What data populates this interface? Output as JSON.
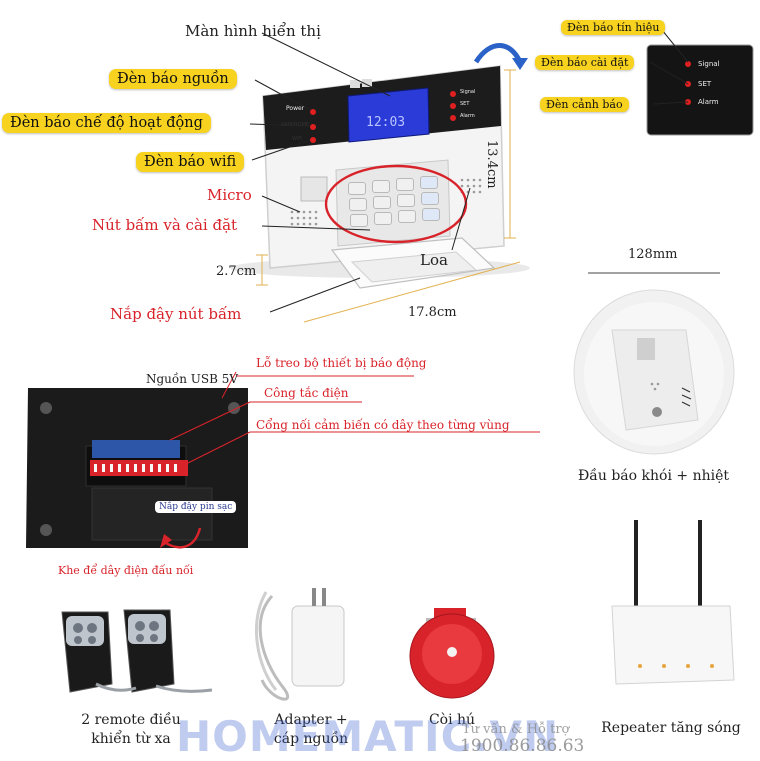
{
  "labels": {
    "display": "Màn hình hiển thị",
    "power_led": "Đèn báo nguồn",
    "mode_led": "Đèn báo chế độ hoạt động",
    "wifi_led": "Đèn báo wifi",
    "micro": "Micro",
    "keypad": "Nút bấm và cài đặt",
    "speaker": "Loa",
    "keypad_cover": "Nắp đậy nút bấm",
    "signal_led": "Đèn báo tín hiệu",
    "set_led": "Đèn báo cài đặt",
    "alarm_led": "Đèn cảnh báo"
  },
  "panel_text": {
    "power": "Power",
    "arm": "ARM/HOME",
    "wifi": "WiFi",
    "signal": "Signal",
    "set": "SET",
    "alarm": "Alarm"
  },
  "dimensions": {
    "height": "13.4cm",
    "depth": "2.7cm",
    "width": "17.8cm",
    "smoke_diameter": "128mm"
  },
  "back_labels": {
    "usb": "Nguồn USB 5V",
    "hanging_hole": "Lỗ treo bộ thiết bị báo động",
    "power_switch": "Công tắc điện",
    "sensor_port": "Cổng nối cảm biến có dây theo từng vùng",
    "battery_cover": "Nắp đậy pin sạc",
    "cable_slot": "Khe để dây điện đấu nối"
  },
  "smoke_detector": "Đầu báo khói + nhiệt",
  "accessories": {
    "remotes_line1": "2 remote điều",
    "remotes_line2": "khiển từ xa",
    "adapter_line1": "Adapter +",
    "adapter_line2": "cáp nguồn",
    "siren": "Còi hú",
    "repeater": "Repeater tăng sóng"
  },
  "watermark": {
    "brand": "HOMEMATIC.VN",
    "support": "Tư vấn & Hỗ trợ",
    "phone": "1900.86.86.63"
  },
  "colors": {
    "label_red": "#d8232a",
    "pill_yellow": "#f7d21e",
    "lcd_blue": "#2a3bd8",
    "watermark_blue": "#3a5fd0"
  }
}
